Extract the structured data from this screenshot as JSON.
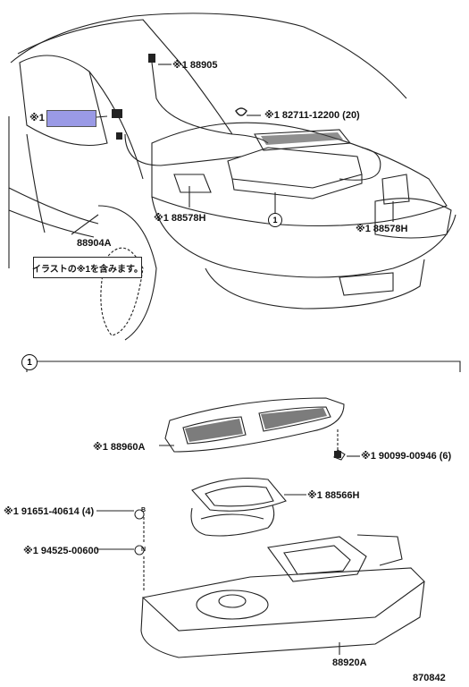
{
  "labels": {
    "p88905": "※1 88905",
    "p82711": "※1  82711-12200 (20)",
    "p88578h_left": "※1 88578H",
    "p88578h_right": "※1 88578H",
    "p88904a": "88904A",
    "left_star": "※1",
    "p88960a": "※1 88960A",
    "p90099": "※1  90099-00946 (6)",
    "p88566h": "※1 88566H",
    "p91651": "※1   91651-40614 (4)",
    "p94525": "※1   94525-00600",
    "p88920a": "88920A",
    "diagram_no": "870842"
  },
  "note": "イラストの※1を含みます。",
  "callout": "1",
  "section_marker": "1",
  "bolt_letter_b": "B",
  "bolt_letter_n": "N",
  "colors": {
    "highlight": "#9a9ae6",
    "line": "#222222"
  }
}
